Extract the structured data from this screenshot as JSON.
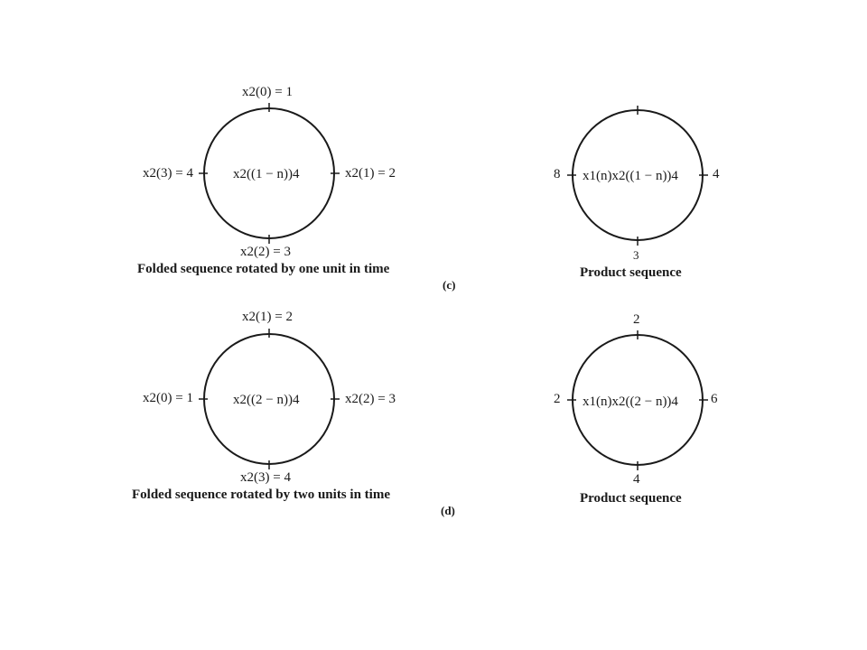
{
  "rows": [
    {
      "part_label": "(c)",
      "left": {
        "top": "x2(0) = 1",
        "right": "x2(1) = 2",
        "bottom": "x2(2) = 3",
        "left": "x2(3) = 4",
        "center": "x2((1 − n))4",
        "caption": "Folded sequence rotated by one unit in time"
      },
      "right": {
        "top": "",
        "right": "4",
        "bottom": "3",
        "left": "8",
        "center": "x1(n)x2((1 − n))4",
        "caption": "Product sequence"
      }
    },
    {
      "part_label": "(d)",
      "left": {
        "top": "x2(1) = 2",
        "right": "x2(2) = 3",
        "bottom": "x2(3) = 4",
        "left": "x2(0) = 1",
        "center": "x2((2 − n))4",
        "caption": "Folded sequence rotated by two units in time"
      },
      "right": {
        "top": "2",
        "right": "6",
        "bottom": "4",
        "left": "2",
        "center": "x1(n)x2((2 − n))4",
        "caption": "Product sequence"
      }
    }
  ]
}
